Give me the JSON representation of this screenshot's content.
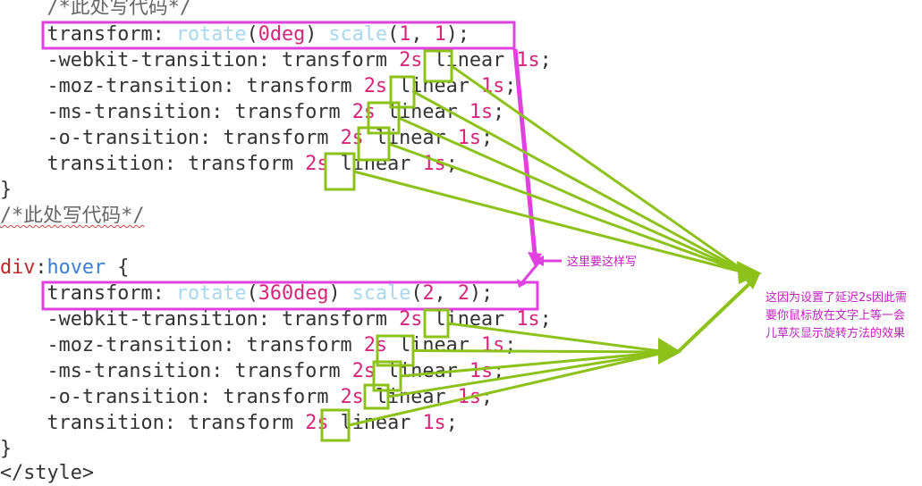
{
  "code_lines": [
    {
      "tokens": [
        {
          "t": "    /*此处写代码*/",
          "c": "cm"
        }
      ]
    },
    {
      "tokens": [
        {
          "t": "    transform: ",
          "c": "k"
        },
        {
          "t": "rotate",
          "c": "fn"
        },
        {
          "t": "(",
          "c": "k"
        },
        {
          "t": "0deg",
          "c": "num"
        },
        {
          "t": ") ",
          "c": "k"
        },
        {
          "t": "scale",
          "c": "fn"
        },
        {
          "t": "(",
          "c": "k"
        },
        {
          "t": "1",
          "c": "num"
        },
        {
          "t": ", ",
          "c": "k"
        },
        {
          "t": "1",
          "c": "num"
        },
        {
          "t": ");",
          "c": "k"
        }
      ]
    },
    {
      "tokens": [
        {
          "t": "    -webkit-transition: transform ",
          "c": "k"
        },
        {
          "t": "2s",
          "c": "num"
        },
        {
          "t": " linear ",
          "c": "k"
        },
        {
          "t": "1s",
          "c": "num"
        },
        {
          "t": ";",
          "c": "k"
        }
      ]
    },
    {
      "tokens": [
        {
          "t": "    -moz-transition: transform ",
          "c": "k"
        },
        {
          "t": "2s",
          "c": "num"
        },
        {
          "t": " linear ",
          "c": "k"
        },
        {
          "t": "1s",
          "c": "num"
        },
        {
          "t": ";",
          "c": "k"
        }
      ]
    },
    {
      "tokens": [
        {
          "t": "    -ms-transition: transform ",
          "c": "k"
        },
        {
          "t": "2s",
          "c": "num"
        },
        {
          "t": " linear ",
          "c": "k"
        },
        {
          "t": "1s",
          "c": "num"
        },
        {
          "t": ";",
          "c": "k"
        }
      ]
    },
    {
      "tokens": [
        {
          "t": "    -o-transition: transform ",
          "c": "k"
        },
        {
          "t": "2s",
          "c": "num"
        },
        {
          "t": " linear ",
          "c": "k"
        },
        {
          "t": "1s",
          "c": "num"
        },
        {
          "t": ";",
          "c": "k"
        }
      ]
    },
    {
      "tokens": [
        {
          "t": "    transition: transform ",
          "c": "k"
        },
        {
          "t": "2s",
          "c": "num"
        },
        {
          "t": " linear ",
          "c": "k"
        },
        {
          "t": "1s",
          "c": "num"
        },
        {
          "t": ";",
          "c": "k"
        }
      ]
    },
    {
      "tokens": [
        {
          "t": "}",
          "c": "k"
        }
      ]
    },
    {
      "tokens": [
        {
          "t": "/*此处写代码*/",
          "c": "cm squig"
        }
      ]
    },
    {
      "tokens": [
        {
          "t": "",
          "c": "k"
        }
      ]
    },
    {
      "tokens": [
        {
          "t": "div",
          "c": "tag"
        },
        {
          "t": ":",
          "c": "k"
        },
        {
          "t": "hover",
          "c": "pcls"
        },
        {
          "t": " {",
          "c": "k"
        }
      ]
    },
    {
      "tokens": [
        {
          "t": "    transform: ",
          "c": "k"
        },
        {
          "t": "rotate",
          "c": "fn"
        },
        {
          "t": "(",
          "c": "k"
        },
        {
          "t": "360deg",
          "c": "num"
        },
        {
          "t": ") ",
          "c": "k"
        },
        {
          "t": "scale",
          "c": "fn"
        },
        {
          "t": "(",
          "c": "k"
        },
        {
          "t": "2",
          "c": "num"
        },
        {
          "t": ", ",
          "c": "k"
        },
        {
          "t": "2",
          "c": "num"
        },
        {
          "t": ");",
          "c": "k"
        }
      ]
    },
    {
      "tokens": [
        {
          "t": "    -webkit-transition: transform ",
          "c": "k"
        },
        {
          "t": "2s",
          "c": "num"
        },
        {
          "t": " linear ",
          "c": "k"
        },
        {
          "t": "1s",
          "c": "num"
        },
        {
          "t": ";",
          "c": "k"
        }
      ]
    },
    {
      "tokens": [
        {
          "t": "    -moz-transition: transform ",
          "c": "k"
        },
        {
          "t": "2s",
          "c": "num"
        },
        {
          "t": " linear ",
          "c": "k"
        },
        {
          "t": "1s",
          "c": "num"
        },
        {
          "t": ";",
          "c": "k"
        }
      ]
    },
    {
      "tokens": [
        {
          "t": "    -ms-transition: transform ",
          "c": "k"
        },
        {
          "t": "2s",
          "c": "num"
        },
        {
          "t": " linear ",
          "c": "k"
        },
        {
          "t": "1s",
          "c": "num"
        },
        {
          "t": ";",
          "c": "k"
        }
      ]
    },
    {
      "tokens": [
        {
          "t": "    -o-transition: transform ",
          "c": "k"
        },
        {
          "t": "2s",
          "c": "num"
        },
        {
          "t": " linear ",
          "c": "k"
        },
        {
          "t": "1s",
          "c": "num"
        },
        {
          "t": ";",
          "c": "k"
        }
      ]
    },
    {
      "tokens": [
        {
          "t": "    transition: transform ",
          "c": "k"
        },
        {
          "t": "2s",
          "c": "num"
        },
        {
          "t": " linear ",
          "c": "k"
        },
        {
          "t": "1s",
          "c": "num"
        },
        {
          "t": ";",
          "c": "k"
        }
      ]
    },
    {
      "tokens": [
        {
          "t": "}",
          "c": "k"
        }
      ]
    },
    {
      "tokens": [
        {
          "t": "</style>",
          "c": "k"
        }
      ]
    }
  ],
  "annotations": {
    "magenta_note": "这里要这样写",
    "green_note": "这因为设置了延迟2s因此需要你鼠标放在文字上等一会儿草灰显示旋转方法的效果"
  },
  "colors": {
    "annotation_magenta": "#e040e0",
    "annotation_green": "#8cc21a"
  }
}
